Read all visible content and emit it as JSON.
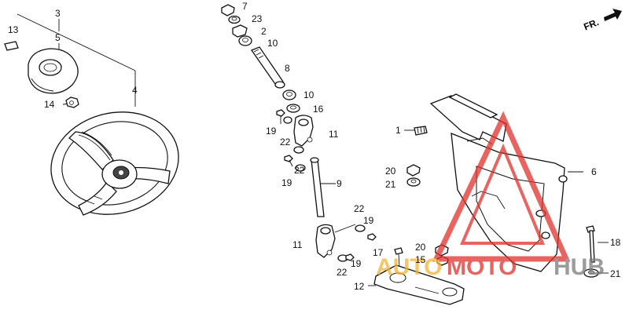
{
  "header": {
    "direction_label": "FR."
  },
  "callouts": {
    "n1": "1",
    "n2": "2",
    "n3": "3",
    "n4": "4",
    "n5": "5",
    "n6": "6",
    "n7": "7",
    "n8": "8",
    "n9": "9",
    "n10a": "10",
    "n10b": "10",
    "n11a": "11",
    "n11b": "11",
    "n12": "12",
    "n13": "13",
    "n14": "14",
    "n15": "15",
    "n16": "16",
    "n17": "17",
    "n18": "18",
    "n19a": "19",
    "n19b": "19",
    "n19c": "19",
    "n19d": "19",
    "n20a": "20",
    "n20b": "20",
    "n21a": "21",
    "n21b": "21",
    "n22a": "22",
    "n22b": "22",
    "n22c": "22",
    "n22d": "22",
    "n23": "23"
  },
  "watermark": {
    "brand_a": "AUTO",
    "brand_b": "MOTO",
    "brand_c": "HUB"
  },
  "colors": {
    "watermark_red": "#e0312b",
    "watermark_yellow": "#f2b233",
    "watermark_gray": "#7a7a7a",
    "line": "#111111"
  }
}
